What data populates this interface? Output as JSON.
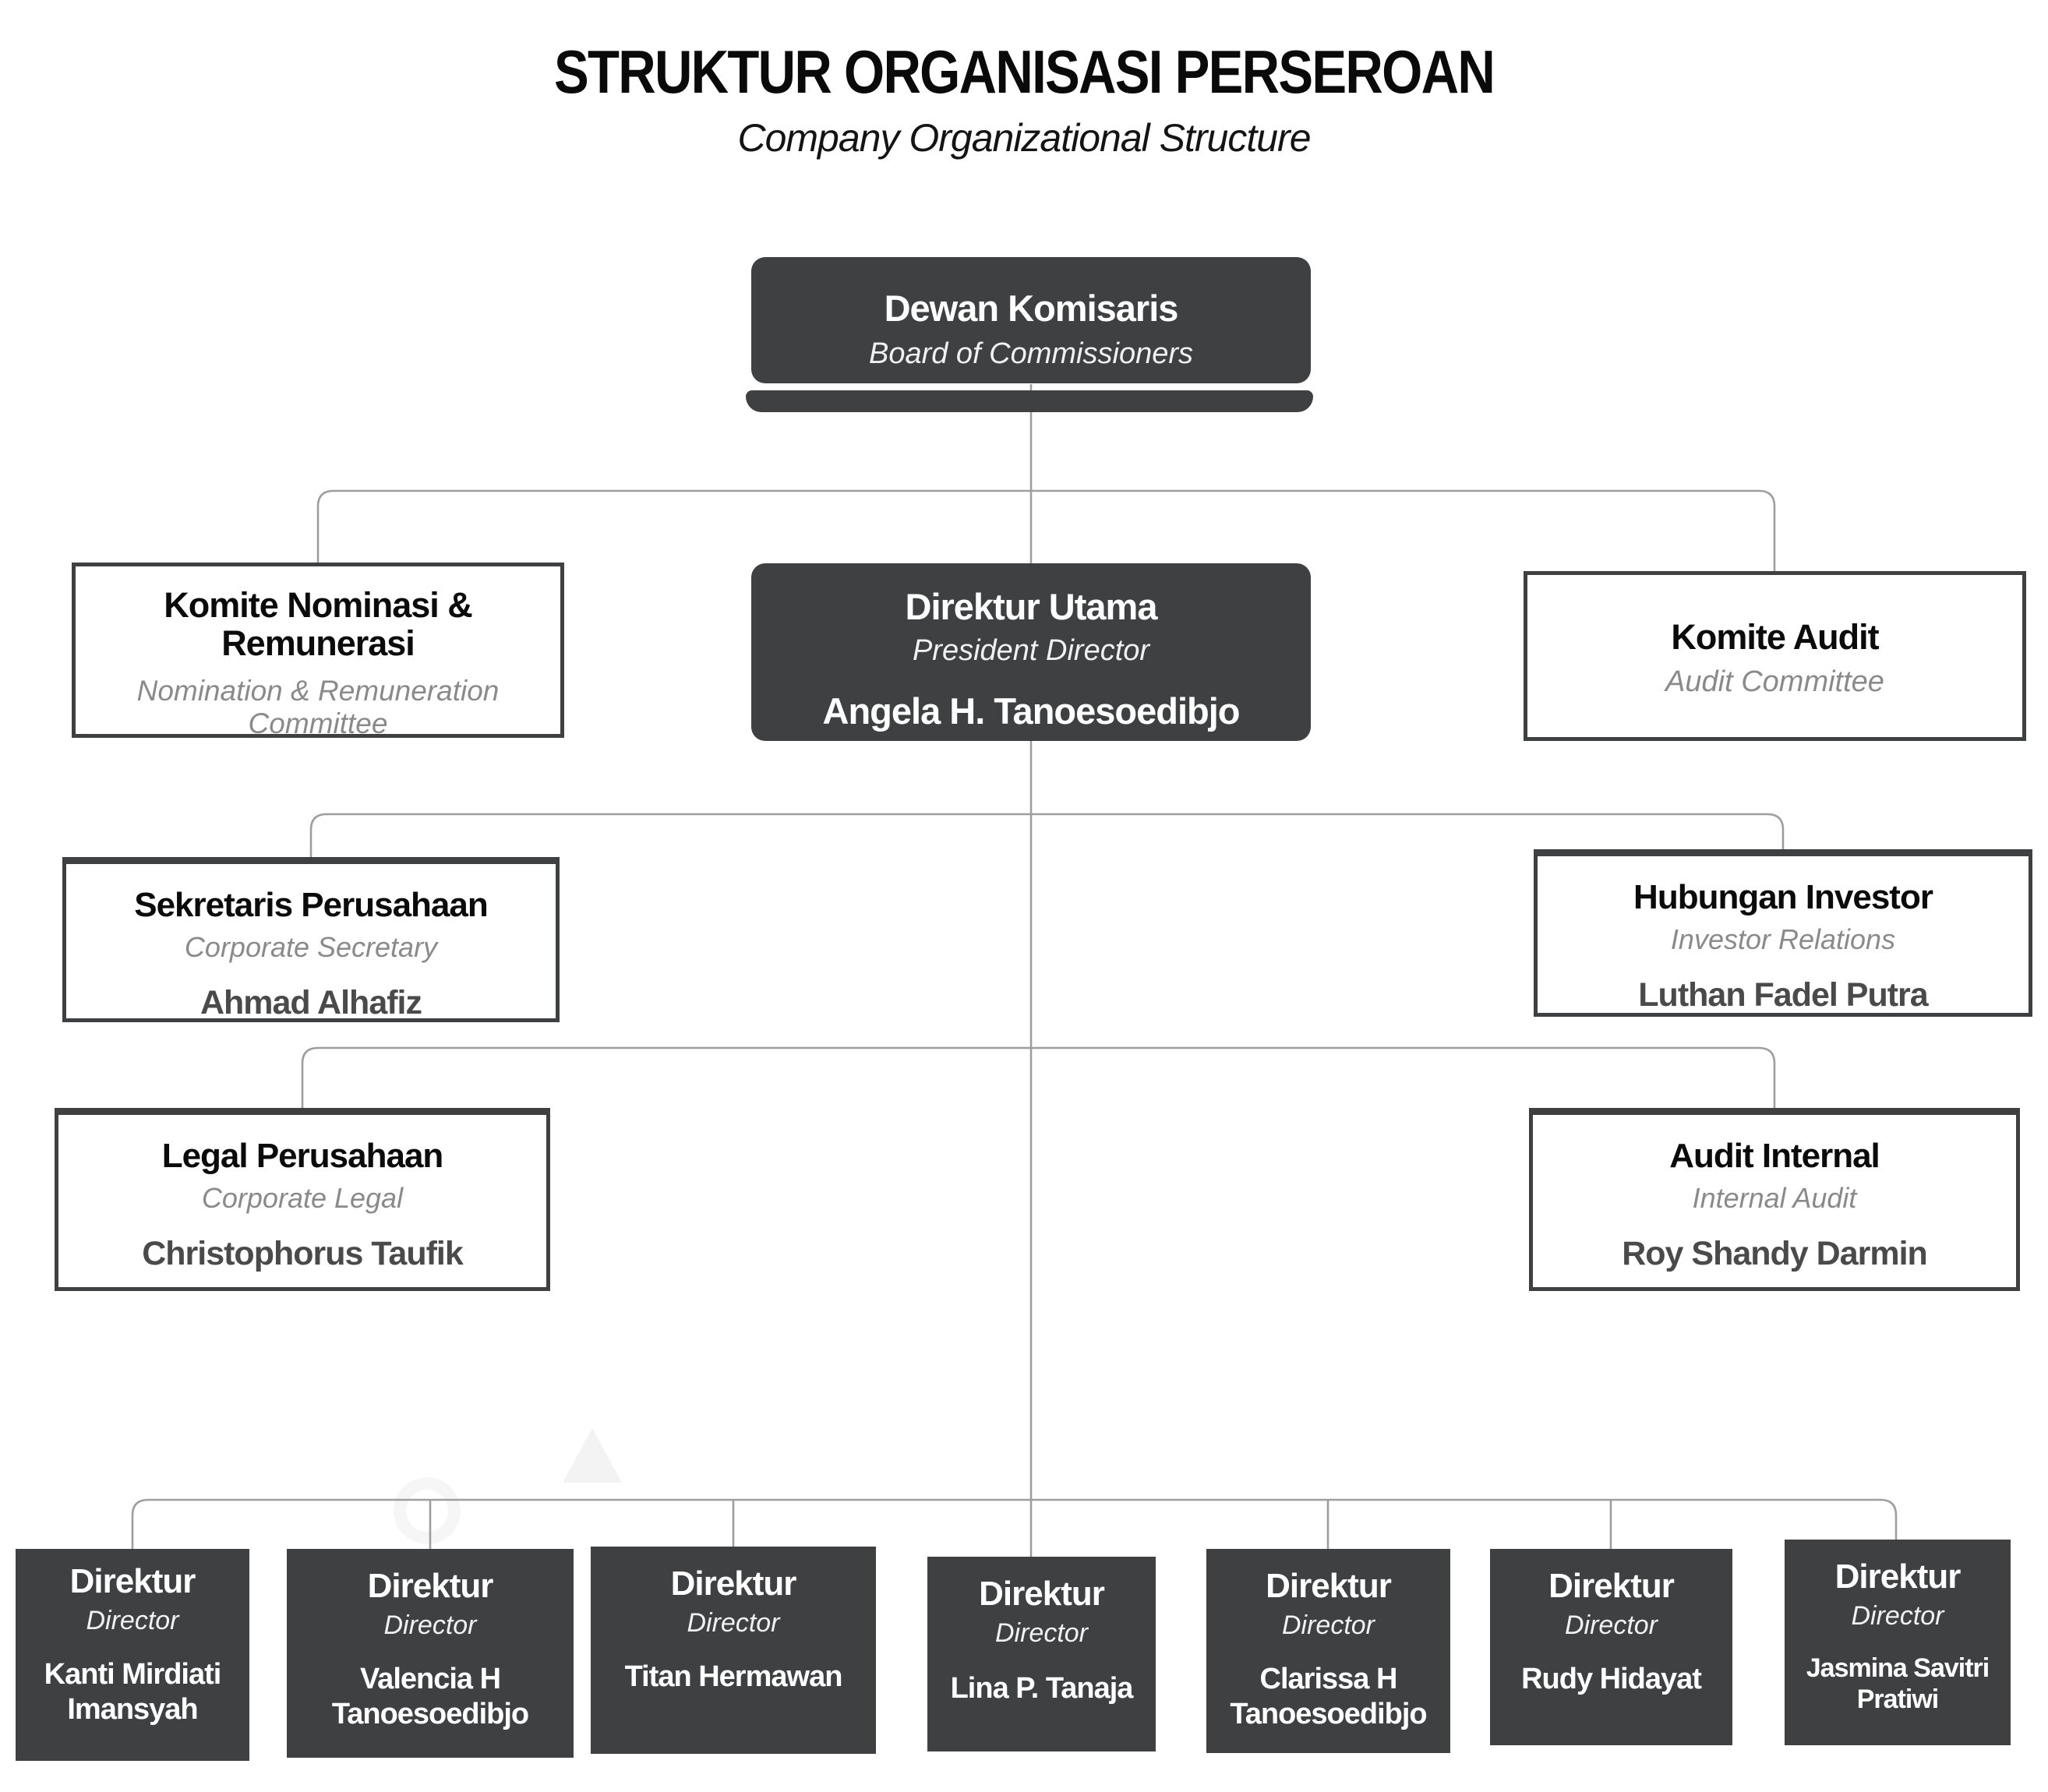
{
  "title": {
    "id": "STRUKTUR ORGANISASI PERSEROAN",
    "en": "Company Organizational Structure"
  },
  "colors": {
    "box_dark": "#3f4042",
    "box_border": "#3f4042",
    "connector_line": "#9e9e9e",
    "muted_italic": "#8a8a8a",
    "person_name": "#4a4a4a",
    "background": "#ffffff"
  },
  "nodes": {
    "dewan_komisaris": {
      "id": "Dewan Komisaris",
      "en": "Board of Commissioners"
    },
    "komite_nominasi": {
      "id": "Komite Nominasi & Remunerasi",
      "en": "Nomination  & Remuneration Committee"
    },
    "direktur_utama": {
      "id": "Direktur Utama",
      "en": "President Director",
      "name": "Angela H. Tanoesoedibjo"
    },
    "komite_audit": {
      "id": "Komite Audit",
      "en": "Audit Committee"
    },
    "sekretaris_perusahaan": {
      "id": "Sekretaris Perusahaan",
      "en": "Corporate Secretary",
      "name": "Ahmad Alhafiz"
    },
    "hubungan_investor": {
      "id": "Hubungan Investor",
      "en": "Investor Relations",
      "name": "Luthan Fadel Putra"
    },
    "legal_perusahaan": {
      "id": "Legal Perusahaan",
      "en": "Corporate Legal",
      "name": "Christophorus Taufik"
    },
    "audit_internal": {
      "id": "Audit Internal",
      "en": "Internal Audit",
      "name": "Roy Shandy Darmin"
    }
  },
  "directors": [
    {
      "title": "Direktur",
      "subtitle": "Director",
      "name": "Kanti Mirdiati Imansyah"
    },
    {
      "title": "Direktur",
      "subtitle": "Director",
      "name": "Valencia H Tanoesoedibjo"
    },
    {
      "title": "Direktur",
      "subtitle": "Director",
      "name": "Titan Hermawan"
    },
    {
      "title": "Direktur",
      "subtitle": "Director",
      "name": "Lina P. Tanaja"
    },
    {
      "title": "Direktur",
      "subtitle": "Director",
      "name": "Clarissa H Tanoesoedibjo"
    },
    {
      "title": "Direktur",
      "subtitle": "Director",
      "name": "Rudy Hidayat"
    },
    {
      "title": "Direktur",
      "subtitle": "Director",
      "name": "Jasmina Savitri Pratiwi"
    }
  ]
}
